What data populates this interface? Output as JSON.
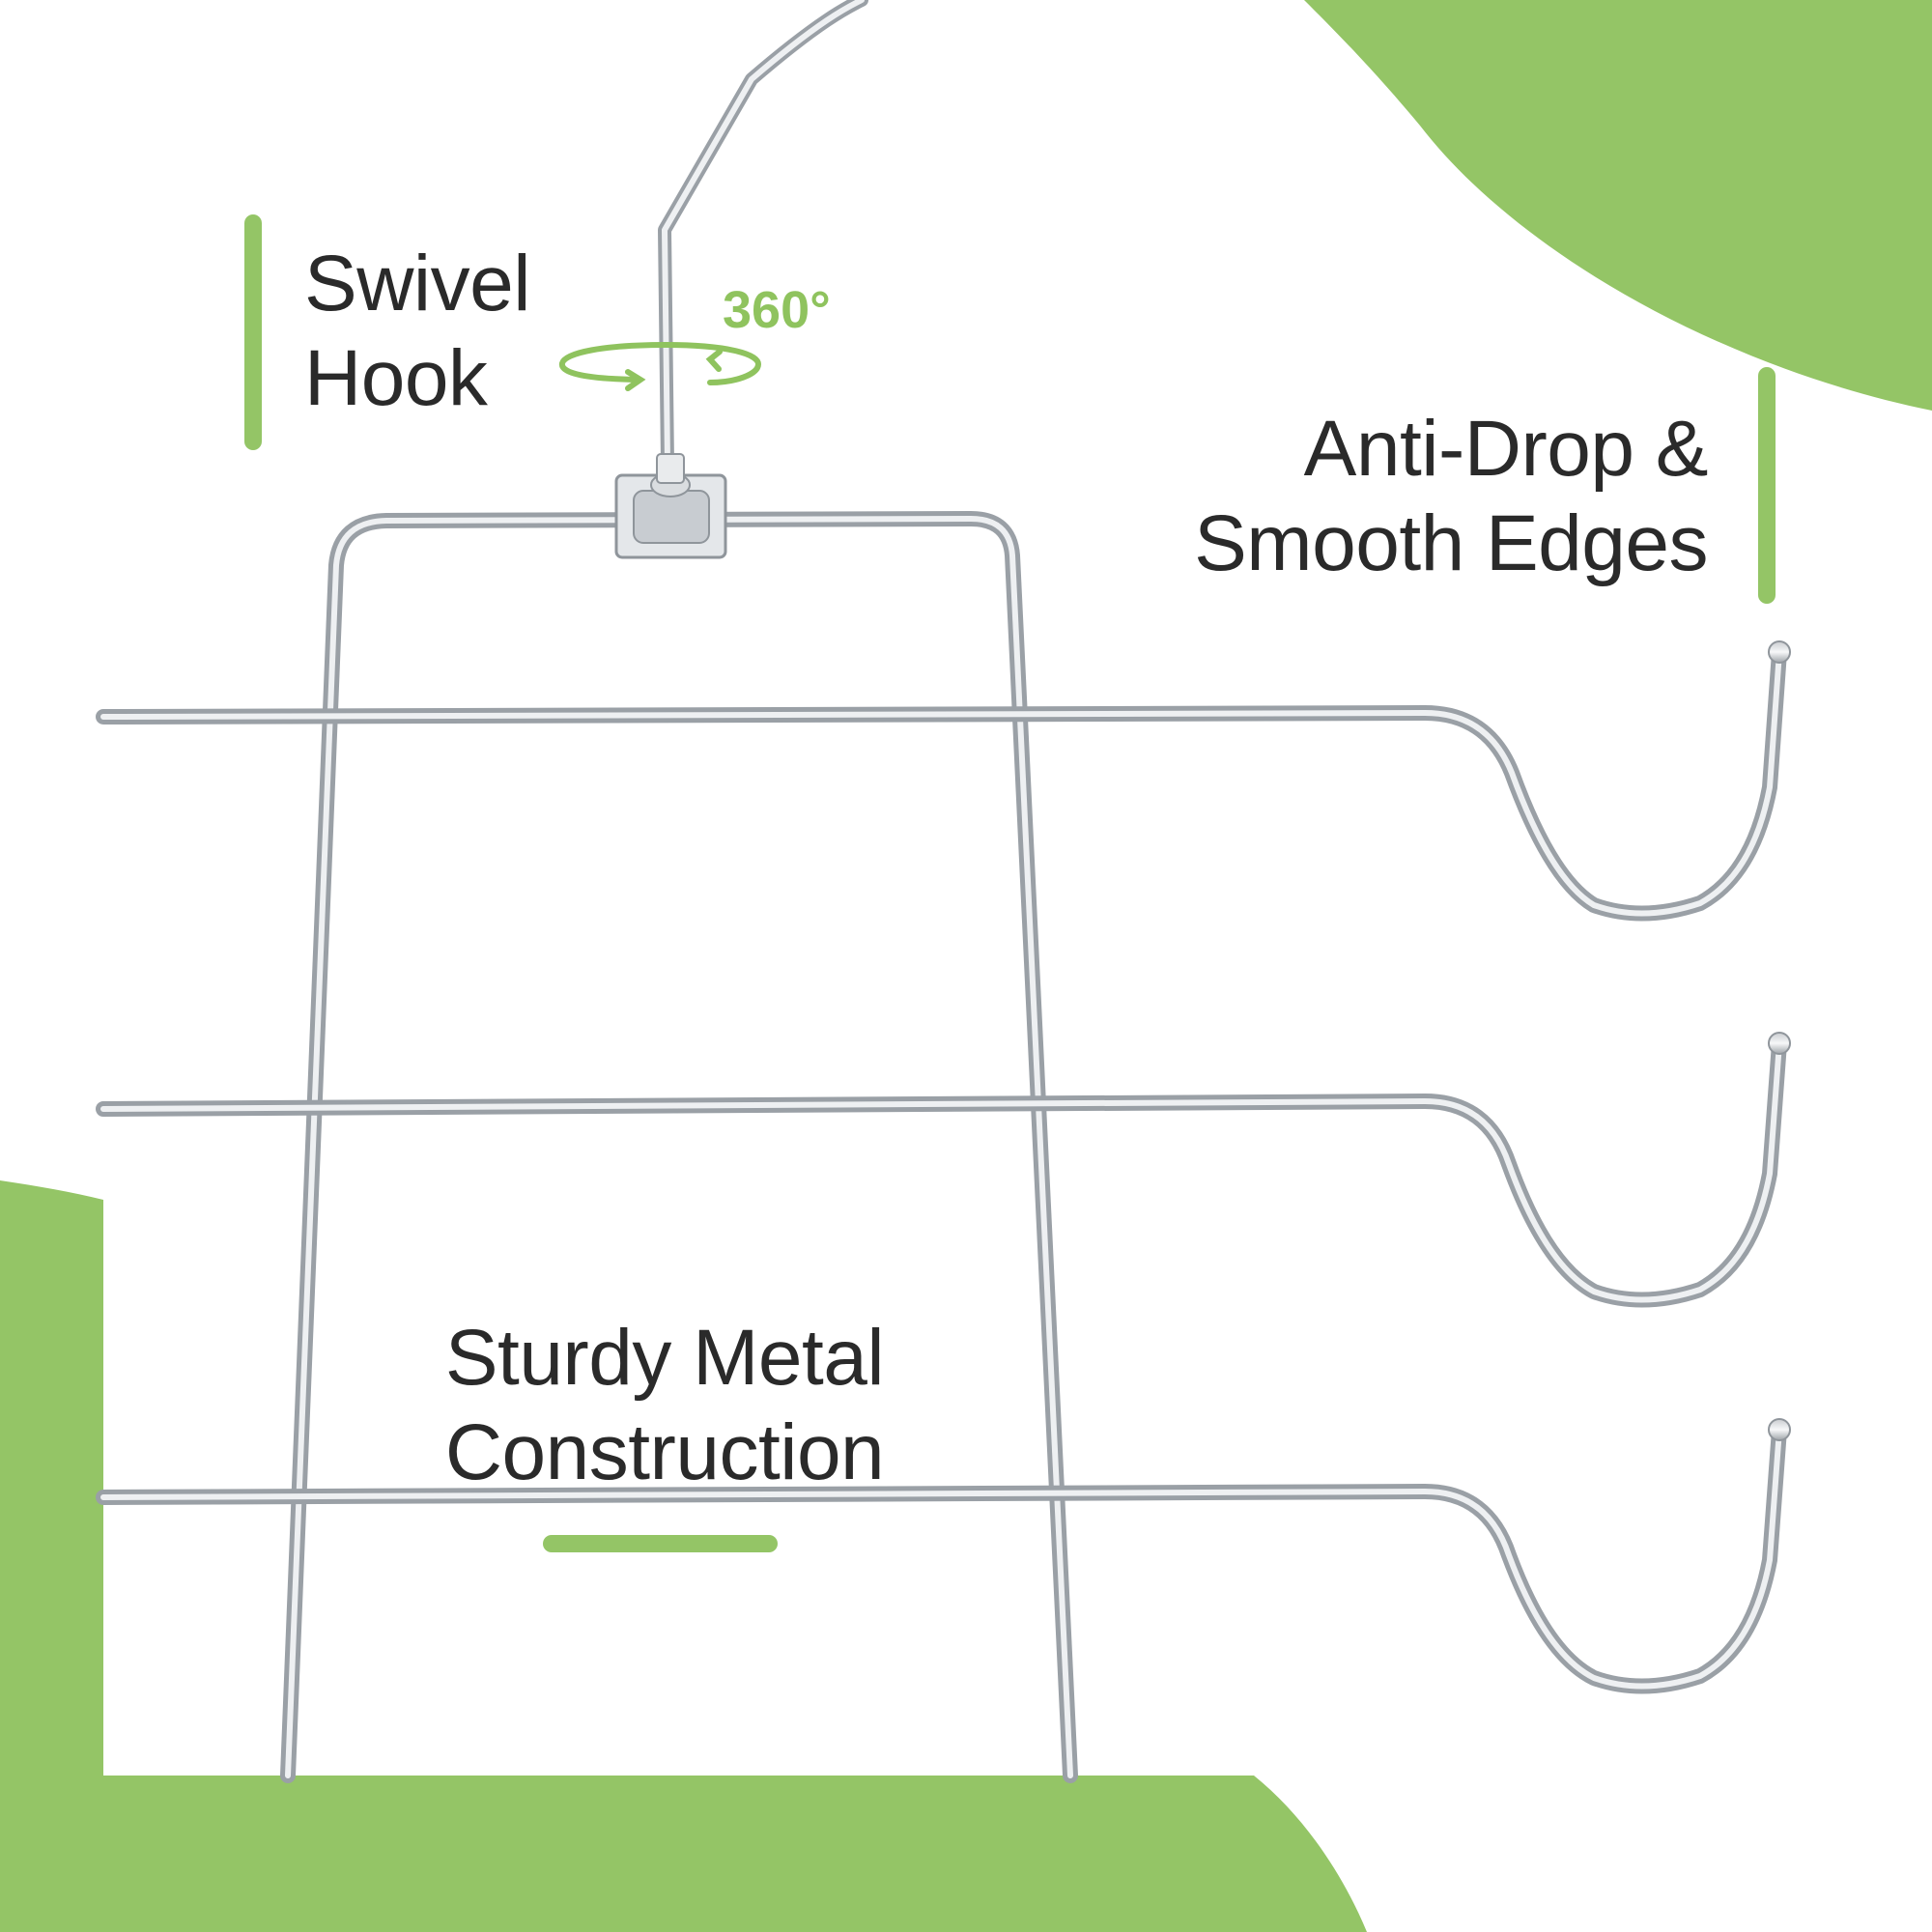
{
  "colors": {
    "accent_green": "#94c566",
    "wire_light": "#eef0f2",
    "wire_dark": "#9aa0a6",
    "text": "#2a2a2a"
  },
  "features": {
    "swivel_hook": {
      "line1": "Swivel",
      "line2": "Hook",
      "rotation_label": "360°"
    },
    "anti_drop": {
      "line1": "Anti-Drop &",
      "line2": "Smooth Edges"
    },
    "sturdy": {
      "line1": "Sturdy Metal",
      "line2": "Construction"
    }
  },
  "icons": [
    "rotation-arrow-icon"
  ]
}
